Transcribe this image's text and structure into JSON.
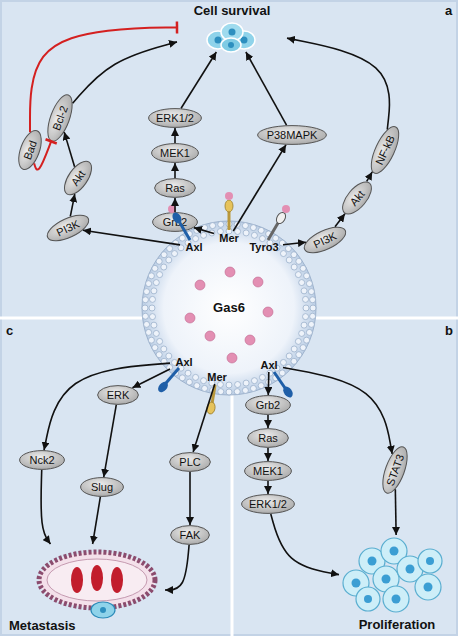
{
  "diagram": {
    "nodes": [
      {
        "text": [
          "Cell survival"
        ]
      },
      {
        "text": [
          "Bcl-2"
        ]
      },
      {
        "text": [
          "Bad"
        ]
      },
      {
        "text": [
          "ERK1/2"
        ]
      },
      {
        "text": [
          "P38MAPK"
        ]
      },
      {
        "text": [
          "NF-kB"
        ]
      },
      {
        "text": [
          "MEK1"
        ]
      },
      {
        "text": [
          "Akt"
        ]
      },
      {
        "text": [
          "Ras"
        ]
      },
      {
        "text": [
          "Akt"
        ]
      },
      {
        "text": [
          "PI3K"
        ]
      },
      {
        "text": [
          "Grb2"
        ]
      },
      {
        "text": [
          "PI3K"
        ]
      },
      {
        "text": [
          "Mer"
        ]
      },
      {
        "text": [
          "Axl"
        ]
      },
      {
        "text": [
          "Tyro3"
        ]
      },
      {
        "text": [
          "Gas6"
        ]
      },
      {
        "text": [
          "Axl"
        ]
      },
      {
        "text": [
          "Axl"
        ]
      },
      {
        "text": [
          "Mer"
        ]
      },
      {
        "text": [
          "ERK"
        ]
      },
      {
        "text": [
          "Grb2"
        ]
      },
      {
        "text": [
          "Nck2"
        ]
      },
      {
        "text": [
          "PLC"
        ]
      },
      {
        "text": [
          "Ras"
        ]
      },
      {
        "text": [
          "Slug"
        ]
      },
      {
        "text": [
          "MEK1"
        ]
      },
      {
        "text": [
          "STAT3"
        ]
      },
      {
        "text": [
          "ERK1/2"
        ]
      },
      {
        "text": [
          "FAK"
        ]
      },
      {
        "text": [
          "Proliferation"
        ]
      },
      {
        "text": [
          "Metastasis"
        ]
      }
    ],
    "edges": [
      {
        "from": 14,
        "to": 10,
        "arrow": "to"
      },
      {
        "from": 10,
        "to": 7,
        "arrow": "to"
      },
      {
        "from": 7,
        "to": 1,
        "arrow": "to"
      },
      {
        "from": 1,
        "to": 0,
        "arrow": "to"
      },
      {
        "from": 2,
        "to": 1,
        "arrow": "to"
      },
      {
        "from": 2,
        "to": 0,
        "arrow": "to"
      },
      {
        "from": 13,
        "to": 11,
        "arrow": "to"
      },
      {
        "from": 11,
        "to": 8,
        "arrow": "to"
      },
      {
        "from": 8,
        "to": 6,
        "arrow": "to"
      },
      {
        "from": 6,
        "to": 3,
        "arrow": "to"
      },
      {
        "from": 3,
        "to": 0,
        "arrow": "to"
      },
      {
        "from": 13,
        "to": 4,
        "arrow": "to"
      },
      {
        "from": 4,
        "to": 0,
        "arrow": "to"
      },
      {
        "from": 15,
        "to": 12,
        "arrow": "to"
      },
      {
        "from": 12,
        "to": 9,
        "arrow": "to"
      },
      {
        "from": 9,
        "to": 5,
        "arrow": "to"
      },
      {
        "from": 5,
        "to": 0,
        "arrow": "to"
      },
      {
        "from": 17,
        "to": 22,
        "arrow": "to"
      },
      {
        "from": 17,
        "to": 20,
        "arrow": "to"
      },
      {
        "from": 20,
        "to": 25,
        "arrow": "to"
      },
      {
        "from": 19,
        "to": 23,
        "arrow": "to"
      },
      {
        "from": 23,
        "to": 29,
        "arrow": "to"
      },
      {
        "from": 22,
        "to": 31,
        "arrow": "to"
      },
      {
        "from": 25,
        "to": 31,
        "arrow": "to"
      },
      {
        "from": 29,
        "to": 31,
        "arrow": "to"
      },
      {
        "from": 18,
        "to": 21,
        "arrow": "to"
      },
      {
        "from": 21,
        "to": 24,
        "arrow": "to"
      },
      {
        "from": 24,
        "to": 26,
        "arrow": "to"
      },
      {
        "from": 26,
        "to": 28,
        "arrow": "to"
      },
      {
        "from": 28,
        "to": 30,
        "arrow": "to"
      },
      {
        "from": 18,
        "to": 27,
        "arrow": "to"
      },
      {
        "from": 27,
        "to": 30,
        "arrow": "to"
      }
    ],
    "labels": [
      "a",
      "b",
      "c"
    ]
  }
}
